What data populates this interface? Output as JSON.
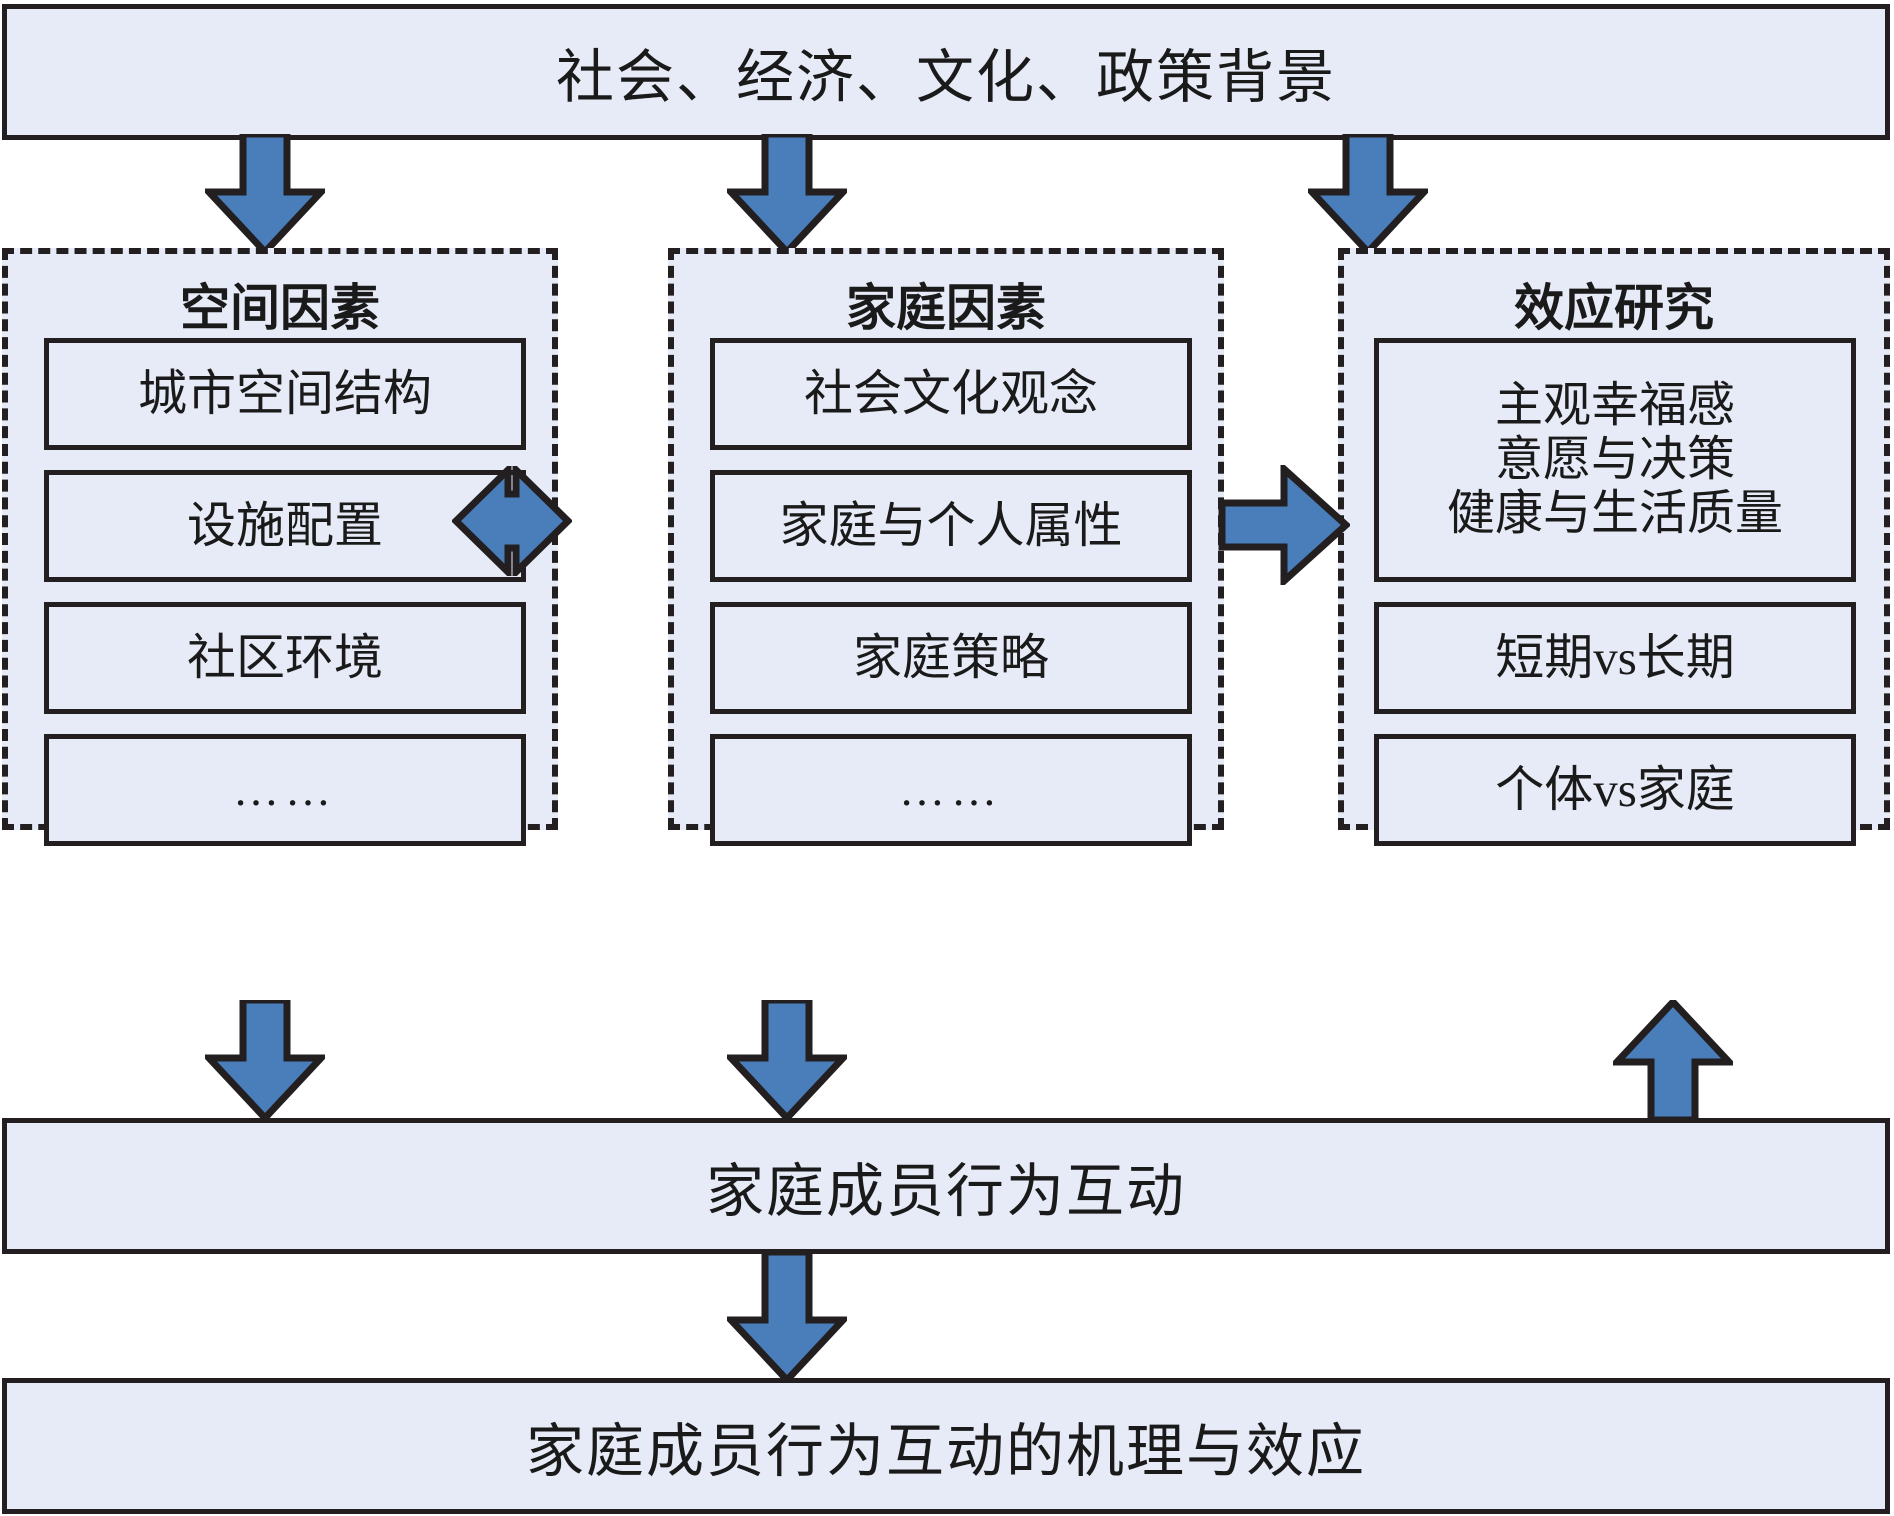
{
  "diagram": {
    "top_banner": {
      "label": "社会、经济、文化、政策背景"
    },
    "columns": [
      {
        "key": "spatial",
        "title": "空间因素",
        "items": [
          {
            "label": "城市空间结构"
          },
          {
            "label": "设施配置"
          },
          {
            "label": "社区环境"
          },
          {
            "label": "……"
          }
        ]
      },
      {
        "key": "family",
        "title": "家庭因素",
        "items": [
          {
            "label": "社会文化观念"
          },
          {
            "label": "家庭与个人属性"
          },
          {
            "label": "家庭策略"
          },
          {
            "label": "……"
          }
        ]
      },
      {
        "key": "effects",
        "title": "效应研究",
        "items": [
          {
            "label": "主观幸福感\n意愿与决策\n健康与生活质量"
          },
          {
            "label": "短期vs长期"
          },
          {
            "label": "个体vs家庭"
          }
        ]
      }
    ],
    "middle_banner": {
      "label": "家庭成员行为互动"
    },
    "bottom_banner": {
      "label": "家庭成员行为互动的机理与效应"
    },
    "arrows": [
      {
        "name": "arrow-context-to-spatial",
        "direction": "down"
      },
      {
        "name": "arrow-context-to-family",
        "direction": "down"
      },
      {
        "name": "arrow-context-to-effects",
        "direction": "down"
      },
      {
        "name": "arrow-spatial-family-bidirectional",
        "direction": "left-right"
      },
      {
        "name": "arrow-family-to-effects",
        "direction": "right"
      },
      {
        "name": "arrow-spatial-to-interaction",
        "direction": "down"
      },
      {
        "name": "arrow-family-to-interaction",
        "direction": "down"
      },
      {
        "name": "arrow-interaction-to-effects",
        "direction": "up"
      },
      {
        "name": "arrow-interaction-to-outcome",
        "direction": "down"
      }
    ],
    "colors": {
      "arrow_fill": "#4a7ebb",
      "arrow_stroke": "#231f20",
      "box_fill": "#e6ebf7",
      "box_stroke": "#231f20",
      "text": "#1a1a1a"
    }
  }
}
